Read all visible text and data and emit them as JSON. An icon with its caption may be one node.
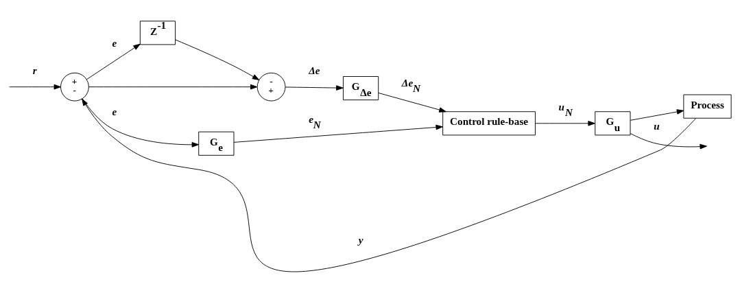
{
  "diagram": {
    "nodes": [
      {
        "text": [
          "+",
          "-"
        ]
      },
      {
        "text": [
          "Z$^{-1}$"
        ]
      },
      {
        "text": [
          "-",
          "+"
        ]
      },
      {
        "text": [
          "G$_{Δe}$"
        ]
      },
      {
        "text": [
          "G$_{e}$"
        ]
      },
      {
        "text": [
          "Control rule-base"
        ]
      },
      {
        "text": [
          "G$_{u}$"
        ]
      },
      {
        "text": [
          "Process"
        ]
      }
    ],
    "edges": [
      {
        "from": null,
        "to": 0,
        "arrow": "to",
        "label": "r"
      },
      {
        "from": 0,
        "to": 1,
        "arrow": "to",
        "label": "e"
      },
      {
        "from": 0,
        "to": 2,
        "arrow": "to"
      },
      {
        "from": 0,
        "to": 4,
        "arrow": "to",
        "label": "e"
      },
      {
        "from": 1,
        "to": 2,
        "arrow": "to"
      },
      {
        "from": 2,
        "to": 3,
        "arrow": "to",
        "label": "Δe"
      },
      {
        "from": 3,
        "to": 5,
        "arrow": "to",
        "label": "Δe$_{N}$"
      },
      {
        "from": 4,
        "to": 5,
        "arrow": "to",
        "label": "e$_{N}$"
      },
      {
        "from": 5,
        "to": 6,
        "arrow": "to",
        "label": "u$_{N}$"
      },
      {
        "from": 6,
        "to": null,
        "arrow": "to",
        "label": "u"
      },
      {
        "from": 6,
        "to": 7,
        "arrow": "to"
      },
      {
        "from": 7,
        "to": 0,
        "arrow": "to",
        "label": "y"
      }
    ]
  }
}
